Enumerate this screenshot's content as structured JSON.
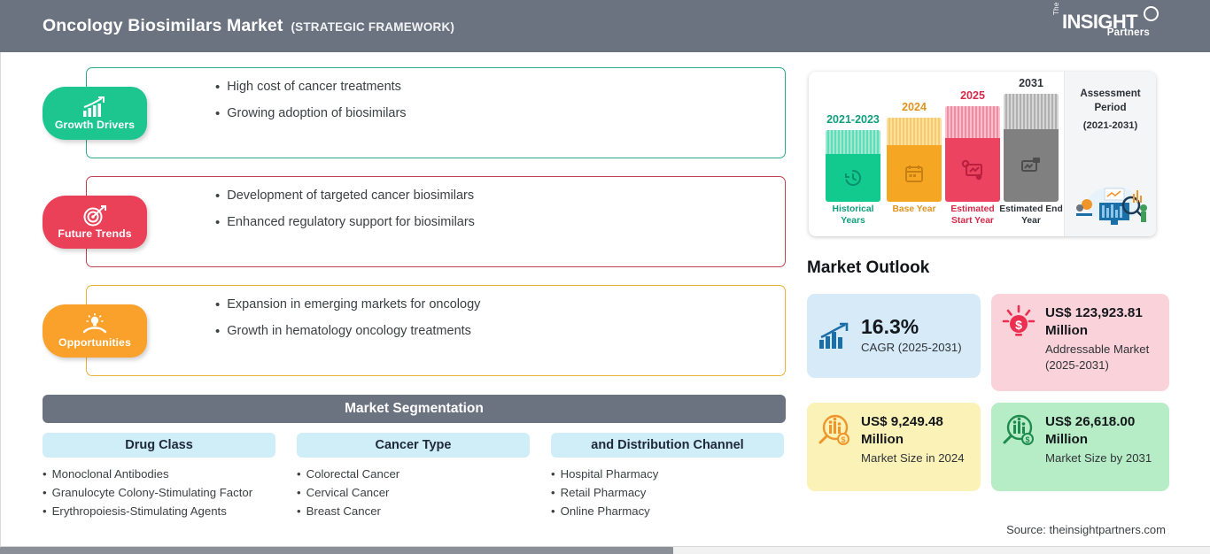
{
  "header": {
    "title": "Oncology Biosimilars Market",
    "subtitle": "(STRATEGIC FRAMEWORK)",
    "bg_color": "#6b7280",
    "logo": {
      "the": "The",
      "insight": "INSIGHT",
      "partners": "Partners"
    }
  },
  "factors": [
    {
      "badge_label": "Growth Drivers",
      "badge_color": "#1ec68f",
      "border_color": "#2aa98a",
      "icon": "bar-chart-arrow-icon",
      "bullets": [
        "High cost of cancer treatments",
        "Growing adoption of biosimilars"
      ]
    },
    {
      "badge_label": "Future Trends",
      "badge_color": "#ea4159",
      "border_color": "#c0414f",
      "icon": "target-dart-icon",
      "bullets": [
        "Development of targeted cancer biosimilars",
        "Enhanced regulatory support for biosimilars"
      ]
    },
    {
      "badge_label": "Opportunities",
      "badge_color": "#f9a12b",
      "border_color": "#e8b33a",
      "icon": "lightbulb-hand-icon",
      "bullets": [
        "Expansion in emerging markets for oncology",
        "Growth in hematology oncology treatments"
      ]
    }
  ],
  "segmentation": {
    "title": "Market Segmentation",
    "columns": [
      {
        "head": "Drug Class",
        "items": [
          "Monoclonal Antibodies",
          "Granulocyte Colony-Stimulating Factor",
          "Erythropoiesis-Stimulating Agents"
        ]
      },
      {
        "head": "Cancer Type",
        "items": [
          "Colorectal Cancer",
          "Cervical Cancer",
          "Breast Cancer"
        ]
      },
      {
        "head": "and Distribution Channel",
        "items": [
          "Hospital Pharmacy",
          "Retail Pharmacy",
          "Online Pharmacy"
        ]
      }
    ]
  },
  "timeline": {
    "bars": [
      {
        "year": "2021-2023",
        "caption": "Historical Years",
        "color": "#12c98e",
        "stripe": "#7fe3c3",
        "icon": "history-clock-icon"
      },
      {
        "year": "2024",
        "caption": "Base Year",
        "color": "#f5a623",
        "stripe": "#fbd37a",
        "icon": "calendar-icon"
      },
      {
        "year": "2025",
        "caption": "Estimated Start Year",
        "color": "#ec4360",
        "stripe": "#f68ea0",
        "icon": "monitor-gear-icon"
      },
      {
        "year": "2031",
        "caption": "Estimated End Year",
        "color": "#808080",
        "stripe": "#bcbcbc",
        "icon": "monitor-image-icon"
      }
    ],
    "assessment_title": "Assessment Period",
    "assessment_years": "(2021-2031)"
  },
  "market_outlook": {
    "title": "Market Outlook",
    "cards": [
      {
        "value": "16.3%",
        "label": "CAGR (2025-2031)",
        "bg": "#d6eaf8",
        "icon": "growth-chart-icon",
        "icon_color": "#1b6fa8"
      },
      {
        "value": "US$ 123,923.81 Million",
        "label": "Addressable Market (2025-2031)",
        "bg": "#fad3da",
        "icon": "lightbulb-dollar-icon",
        "icon_color": "#ec2f50"
      },
      {
        "value": "US$ 9,249.48 Million",
        "label": "Market Size in 2024",
        "bg": "#fbf2b8",
        "icon": "magnifier-chart-icon",
        "icon_color": "#f0952a"
      },
      {
        "value": "US$ 26,618.00 Million",
        "label": "Market Size by 2031",
        "bg": "#b7edc6",
        "icon": "magnifier-chart-icon",
        "icon_color": "#1e8a4c"
      }
    ]
  },
  "source": "Source: theinsightpartners.com"
}
